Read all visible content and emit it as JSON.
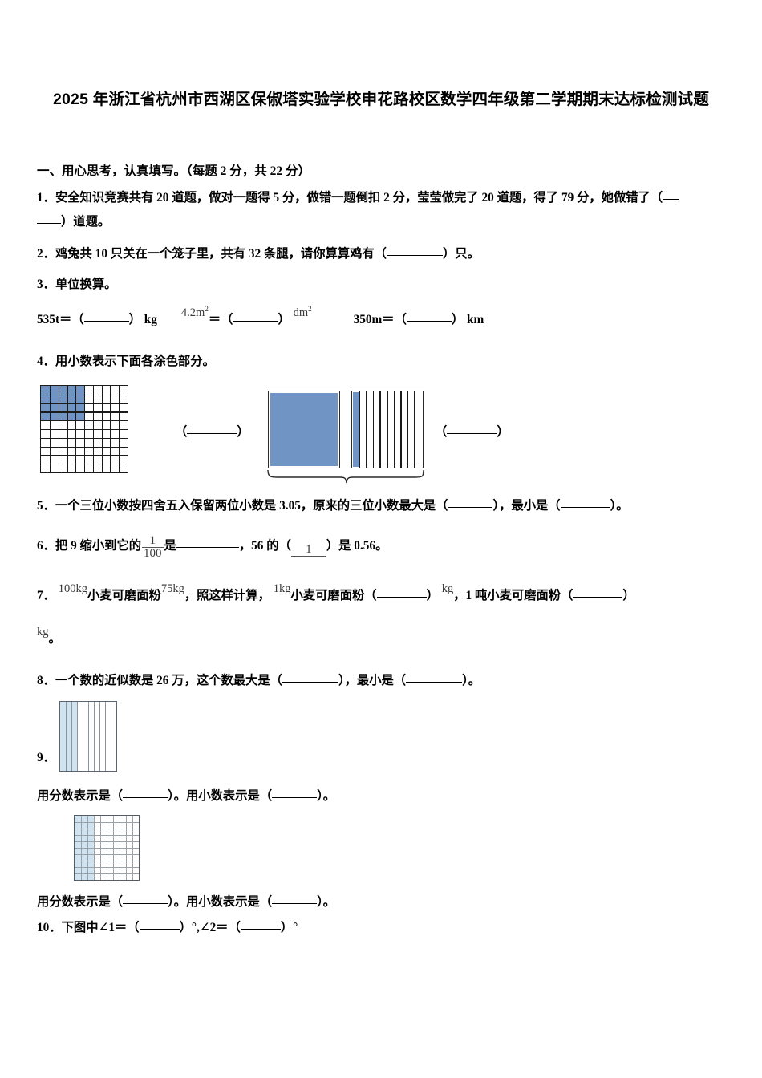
{
  "document": {
    "title": "2025 年浙江省杭州市西湖区保俶塔实验学校申花路校区数学四年级第二学期期末达标检测试题"
  },
  "section": {
    "heading": "一、用心思考，认真填写。（每题 2 分，共 22 分）"
  },
  "questions": {
    "q1": {
      "num": "1．",
      "text_a": "安全知识竞赛共有 20 道题，做对一题得 5 分，做错一题倒扣 2 分，莹莹做完了 20 道题，得了 79 分，她做错了（",
      "text_b": "）道题。"
    },
    "q2": {
      "num": "2．",
      "text_a": "鸡兔共 10 只关在一个笼子里，共有 32 条腿，请你算算鸡有（",
      "text_b": "）只。"
    },
    "q3": {
      "num": "3．",
      "text": "单位换算。",
      "conv1_left": "535t＝（",
      "conv1_right": "） kg",
      "conv2_value": "4.2m",
      "conv2_exp": "2",
      "conv2_eq": "＝（",
      "conv2_close": "）",
      "conv2_unit": "dm",
      "conv2_unit_exp": "2",
      "conv3_left": "350m＝（",
      "conv3_right": "） km"
    },
    "q4": {
      "num": "4．",
      "text": "用小数表示下面各涂色部分。",
      "blank1_open": "（",
      "blank1_close": "）",
      "blank2_open": "（",
      "blank2_close": "）"
    },
    "q5": {
      "num": "5．",
      "text_a": "一个三位小数按四舍五入保留两位小数是 3.05，原来的三位小数最大是（",
      "text_b": "），最小是（",
      "text_c": "）。"
    },
    "q6": {
      "num": "6．",
      "text_a": "把 9 缩小到它的",
      "frac1_num": "1",
      "frac1_den": "100",
      "text_b": "是",
      "text_c": "，56 的（",
      "frac2_num": "1",
      "text_d": "）是 0.56。"
    },
    "q7": {
      "num": "7．",
      "unit_a": "100kg",
      "text_a": "小麦可磨面粉",
      "unit_b": "75kg",
      "text_b": "，照这样计算，",
      "unit_c": "1kg",
      "text_c": "小麦可磨面粉（",
      "text_d": "）",
      "unit_d": "kg",
      "text_e": "，1 吨小麦可磨面粉（",
      "text_f": "）",
      "unit_e": "kg",
      "text_g": "。"
    },
    "q8": {
      "num": "8．",
      "text_a": "一个数的近似数是 26 万，这个数最大是（",
      "text_b": "），最小是（",
      "text_c": "）。"
    },
    "q9": {
      "num": "9．",
      "caption_a": "用分数表示是（",
      "caption_b": "）。用小数表示是（",
      "caption_c": "）。"
    },
    "q9b": {
      "caption_a": "用分数表示是（",
      "caption_b": "）。用小数表示是（",
      "caption_c": "）。"
    },
    "q10": {
      "num": "10．",
      "text_a": "下图中∠1＝（",
      "text_b": "）°,∠2＝（",
      "text_c": "）°"
    }
  },
  "figures": {
    "q4_grid": {
      "rows": 10,
      "cols": 10,
      "shaded_cols": 5,
      "shaded_rows": 4,
      "shade_color": "#7094c4"
    },
    "q4_square_full": {
      "shaded": "all",
      "shade_color": "#7094c4"
    },
    "q4_square_strips": {
      "strips": 10,
      "shaded_strips": 1,
      "shade_color": "#7094c4"
    },
    "q9_strips": {
      "strips": 10,
      "shaded_strips": 3,
      "shade_color": "#cfe4f0"
    },
    "q9b_grid": {
      "rows": 10,
      "cols": 10,
      "shaded_cols": 3,
      "shade_color": "#cfe4f0"
    }
  }
}
